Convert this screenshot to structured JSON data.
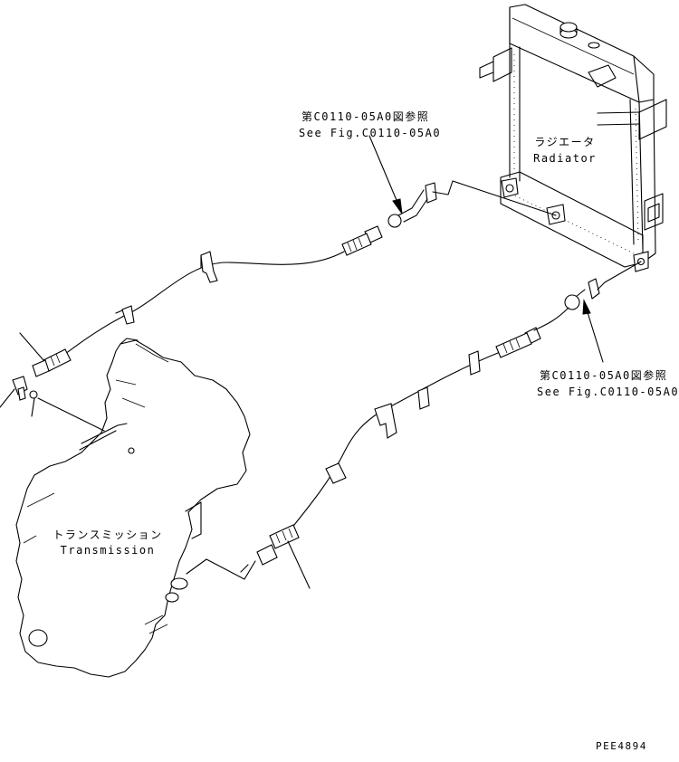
{
  "labels": {
    "radiator_jp": "ラジエータ",
    "radiator_en": "Radiator",
    "transmission_jp": "トランスミッション",
    "transmission_en": "Transmission",
    "ref_top_jp": "第C0110-05A0図参照",
    "ref_top_en": "See Fig.C0110-05A0",
    "ref_right_jp": "第C0110-05A0図参照",
    "ref_right_en": "See Fig.C0110-05A0",
    "drawing_code": "PEE4894"
  }
}
